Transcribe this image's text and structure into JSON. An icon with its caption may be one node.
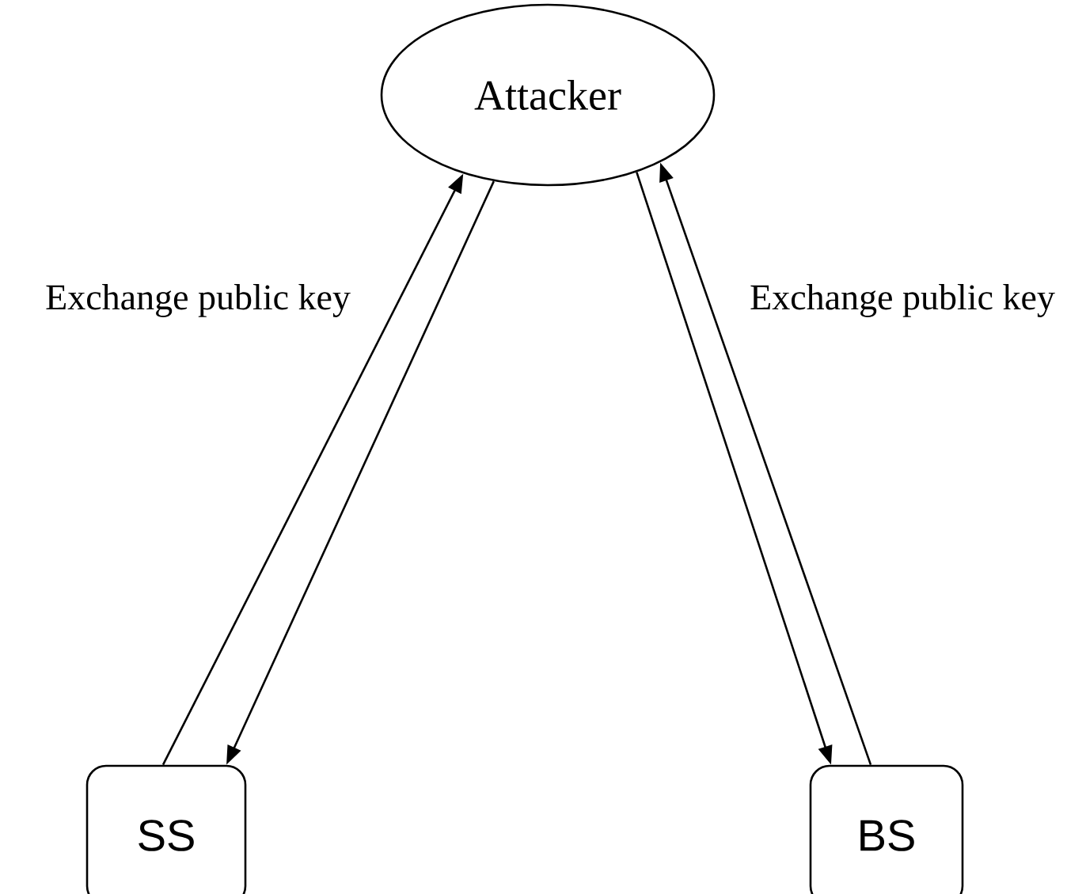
{
  "diagram": {
    "nodes": [
      {
        "text": [
          "Attacker"
        ]
      },
      {
        "text": [
          "SS"
        ]
      },
      {
        "text": [
          "BS"
        ]
      }
    ],
    "edges": [
      {
        "from": 1,
        "to": 0,
        "arrow": "to"
      },
      {
        "from": 0,
        "to": 1,
        "arrow": "to"
      },
      {
        "from": 0,
        "to": 2,
        "arrow": "to"
      },
      {
        "from": 2,
        "to": 0,
        "arrow": "to"
      }
    ],
    "labels": [
      "Exchange public key",
      "Exchange public key"
    ]
  }
}
